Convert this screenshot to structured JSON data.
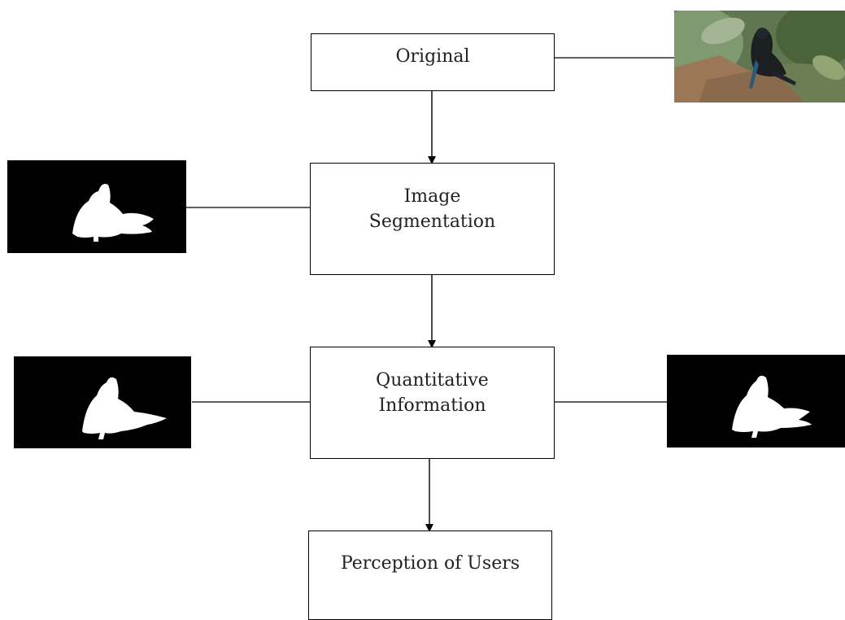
{
  "diagram": {
    "nodes": [
      {
        "id": "original",
        "lines": [
          "Original"
        ]
      },
      {
        "id": "segmentation",
        "lines": [
          "Image",
          "Segmentation"
        ]
      },
      {
        "id": "quantitative",
        "lines": [
          "Quantitative",
          "Information"
        ]
      },
      {
        "id": "perception",
        "lines": [
          "Perception of Users"
        ]
      }
    ],
    "edges": [
      {
        "from": "original",
        "to": "segmentation"
      },
      {
        "from": "segmentation",
        "to": "quantitative"
      },
      {
        "from": "quantitative",
        "to": "perception"
      }
    ],
    "thumbnails": [
      {
        "id": "photo",
        "kind": "original-photo",
        "attached_to": "original"
      },
      {
        "id": "mask-left-1",
        "kind": "segmentation-mask",
        "attached_to": "segmentation"
      },
      {
        "id": "mask-left-2",
        "kind": "segmentation-mask",
        "attached_to": "quantitative"
      },
      {
        "id": "mask-right",
        "kind": "segmentation-mask",
        "attached_to": "quantitative"
      }
    ],
    "colors": {
      "line": "#000000",
      "box_border": "#000000",
      "mask_bg": "#000000",
      "mask_fg": "#ffffff"
    }
  }
}
